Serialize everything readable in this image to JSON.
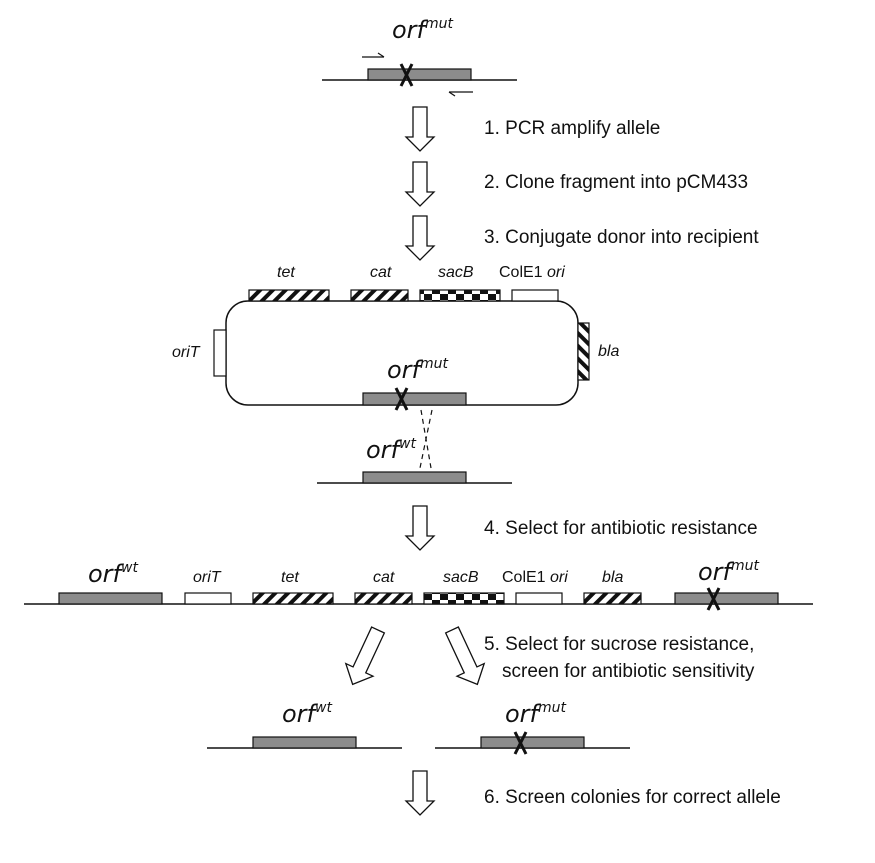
{
  "figure": {
    "steps": [
      {
        "number": "1.",
        "text": "PCR amplify allele"
      },
      {
        "number": "2.",
        "text": "Clone fragment into pCM433"
      },
      {
        "number": "3.",
        "text": "Conjugate donor into recipient"
      },
      {
        "number": "4.",
        "text": "Select for antibiotic resistance"
      },
      {
        "number": "5.",
        "text": "Select for sucrose resistance,",
        "text2": "screen for antibiotic sensitivity"
      },
      {
        "number": "6.",
        "text": "Screen colonies for correct allele"
      }
    ],
    "alleles": {
      "base": "orf",
      "mut": "mut",
      "wt": "wt"
    },
    "plasmid": {
      "name": "pCM433",
      "genes": {
        "tet": "tet",
        "cat": "cat",
        "sacB": "sacB",
        "colE1_prefix": "ColE1",
        "colE1_ori": "ori",
        "oriT": "oriT",
        "bla": "bla"
      }
    },
    "colors": {
      "orf_fill": "#8c8c8c",
      "line": "#111111",
      "background": "#ffffff"
    }
  }
}
